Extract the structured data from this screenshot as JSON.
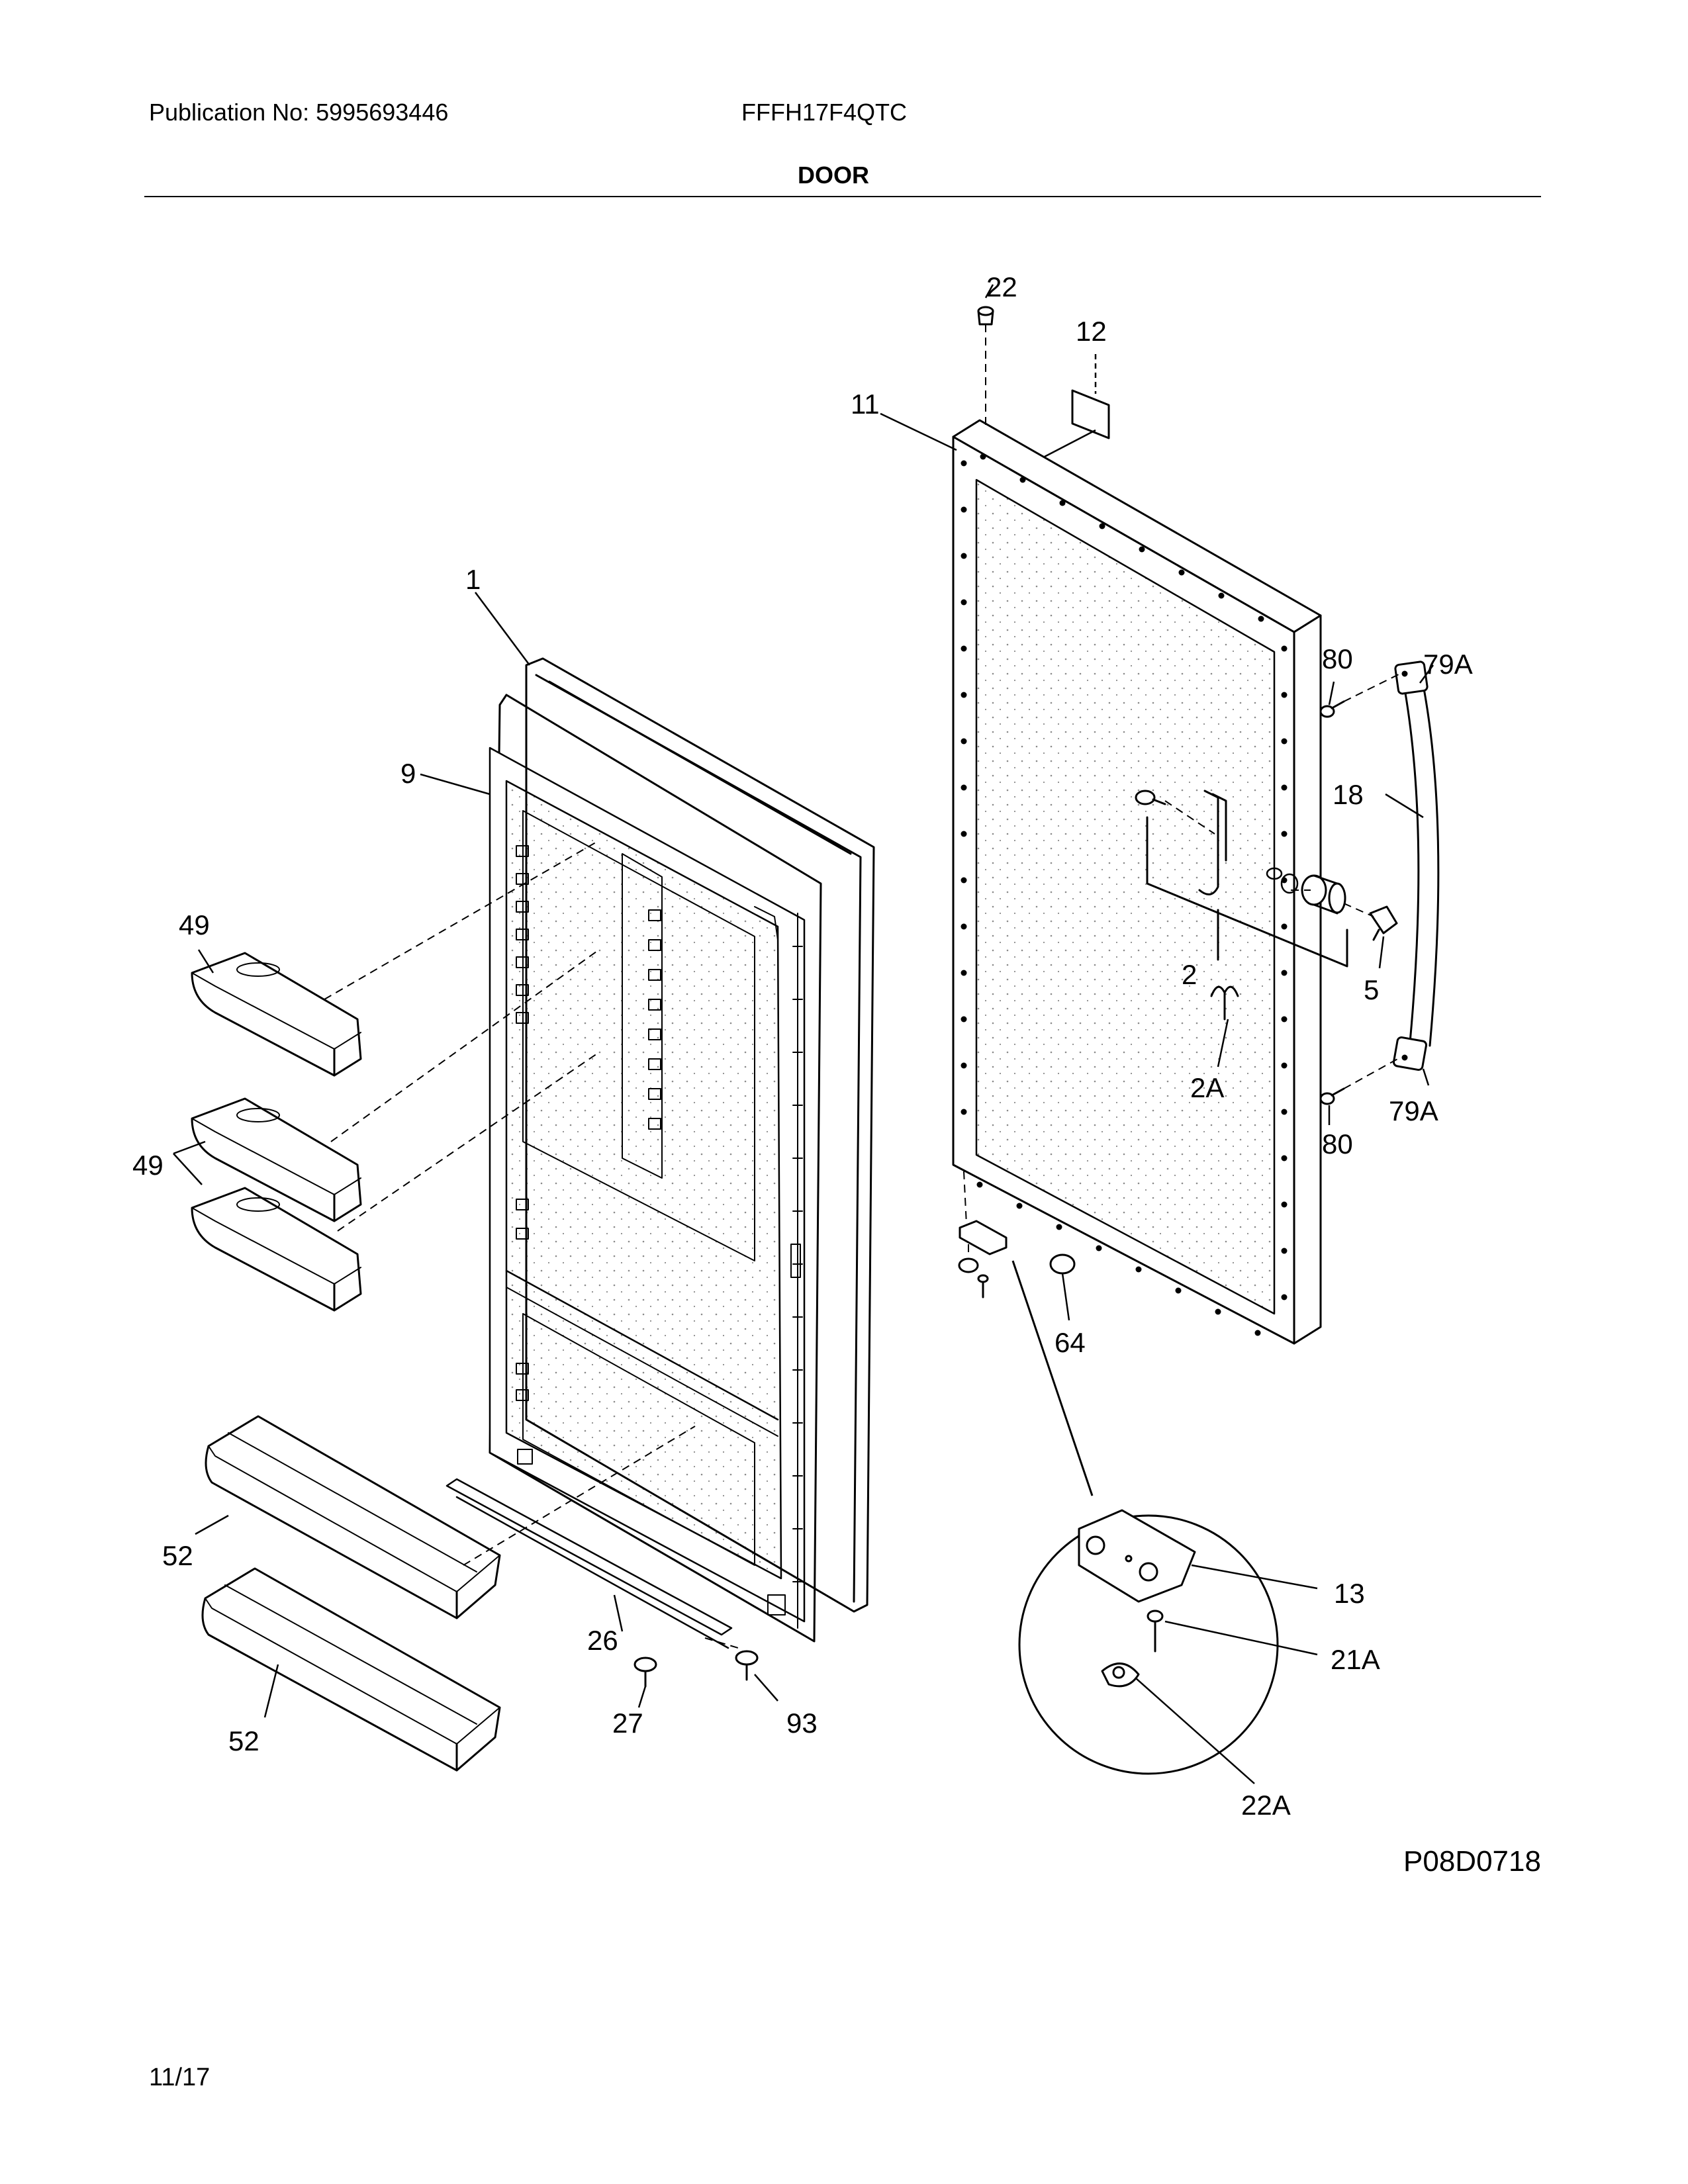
{
  "header": {
    "publication": "Publication No: 5995693446",
    "model": "FFFH17F4QTC",
    "title": "DOOR"
  },
  "callouts": {
    "c1": "1",
    "c2": "2",
    "c2A": "2A",
    "c5": "5",
    "c9": "9",
    "c11": "11",
    "c12": "12",
    "c13": "13",
    "c18": "18",
    "c21A": "21A",
    "c22": "22",
    "c22A": "22A",
    "c26": "26",
    "c27": "27",
    "c49a": "49",
    "c49b": "49",
    "c52a": "52",
    "c52b": "52",
    "c64": "64",
    "c79Aa": "79A",
    "c79Ab": "79A",
    "c80a": "80",
    "c80b": "80",
    "c93": "93"
  },
  "footer": {
    "diagram_code": "P08D0718",
    "page": "11/17"
  }
}
